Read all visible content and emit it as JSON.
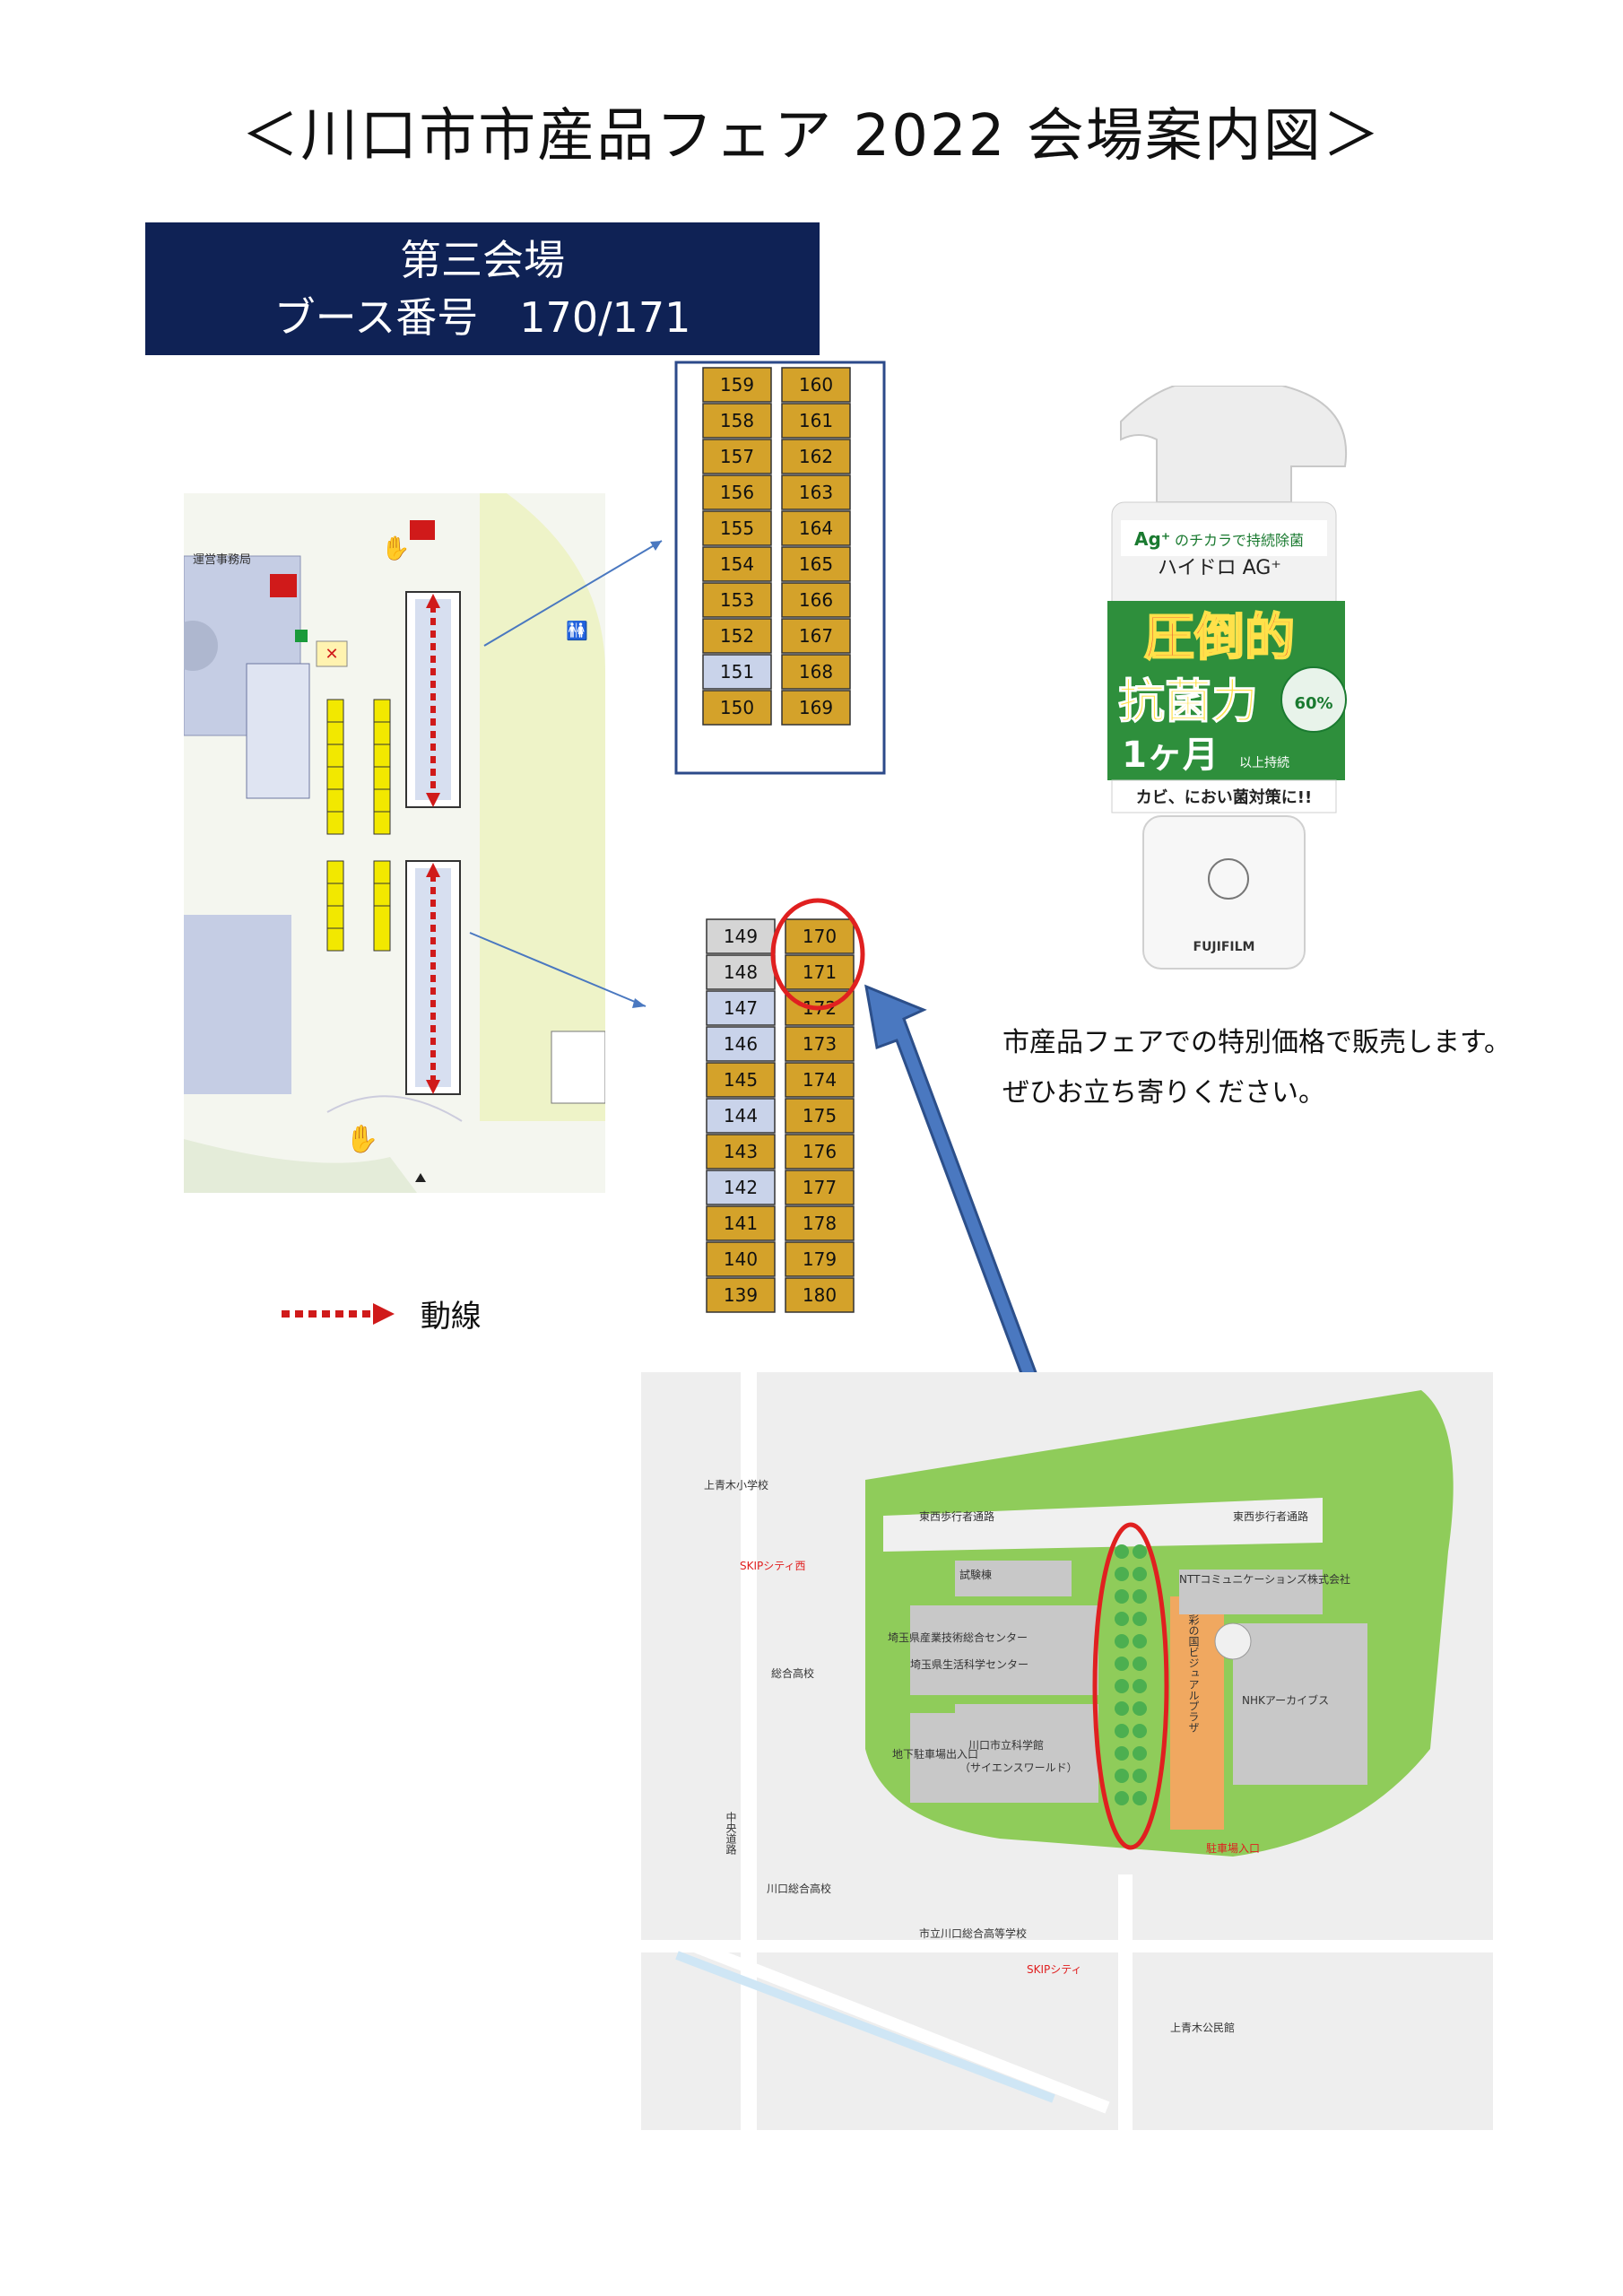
{
  "title": "＜川口市市産品フェア 2022 会場案内図＞",
  "hall": {
    "name": "第三会場",
    "booth_line": "ブース番号　170/171"
  },
  "booth_blocks": {
    "upper": {
      "left": [
        {
          "n": "159",
          "c": "gold"
        },
        {
          "n": "158",
          "c": "gold"
        },
        {
          "n": "157",
          "c": "gold"
        },
        {
          "n": "156",
          "c": "gold"
        },
        {
          "n": "155",
          "c": "gold"
        },
        {
          "n": "154",
          "c": "gold"
        },
        {
          "n": "153",
          "c": "gold"
        },
        {
          "n": "152",
          "c": "gold"
        },
        {
          "n": "151",
          "c": "blue"
        },
        {
          "n": "150",
          "c": "gold"
        }
      ],
      "right": [
        {
          "n": "160",
          "c": "gold"
        },
        {
          "n": "161",
          "c": "gold"
        },
        {
          "n": "162",
          "c": "gold"
        },
        {
          "n": "163",
          "c": "gold"
        },
        {
          "n": "164",
          "c": "gold"
        },
        {
          "n": "165",
          "c": "gold"
        },
        {
          "n": "166",
          "c": "gold"
        },
        {
          "n": "167",
          "c": "gold"
        },
        {
          "n": "168",
          "c": "gold"
        },
        {
          "n": "169",
          "c": "gold"
        }
      ]
    },
    "lower": {
      "left": [
        {
          "n": "149",
          "c": "gray"
        },
        {
          "n": "148",
          "c": "gray"
        },
        {
          "n": "147",
          "c": "blue"
        },
        {
          "n": "146",
          "c": "blue"
        },
        {
          "n": "145",
          "c": "gold"
        },
        {
          "n": "144",
          "c": "blue"
        },
        {
          "n": "143",
          "c": "gold"
        },
        {
          "n": "142",
          "c": "blue"
        },
        {
          "n": "141",
          "c": "gold"
        },
        {
          "n": "140",
          "c": "gold"
        },
        {
          "n": "139",
          "c": "gold"
        }
      ],
      "right": [
        {
          "n": "170",
          "c": "gold"
        },
        {
          "n": "171",
          "c": "gold"
        },
        {
          "n": "172",
          "c": "gold"
        },
        {
          "n": "173",
          "c": "gold"
        },
        {
          "n": "174",
          "c": "gold"
        },
        {
          "n": "175",
          "c": "gold"
        },
        {
          "n": "176",
          "c": "gold"
        },
        {
          "n": "177",
          "c": "gold"
        },
        {
          "n": "178",
          "c": "gold"
        },
        {
          "n": "179",
          "c": "gold"
        },
        {
          "n": "180",
          "c": "gold"
        }
      ]
    }
  },
  "venue_map": {
    "office_label": "運営事務局"
  },
  "legend": {
    "label": "動線"
  },
  "promo": {
    "line1": "市産品フェアでの特別価格で販売します。",
    "line2": "ぜひお立ち寄りください。"
  },
  "product": {
    "tagline": "のチカラで持続除菌",
    "ag": "Ag⁺",
    "name": "ハイドロ AG⁺",
    "headline1": "圧倒的",
    "headline2": "抗菌力",
    "duration": "1ヶ月",
    "duration_note": "以上持続",
    "bubble": "60%",
    "footer": "カビ、におい菌対策に!!",
    "brand": "FUJIFILM"
  },
  "area_map": {
    "labels": {
      "school1": "上青木小学校",
      "skip_west": "SKIPシティ西",
      "sogo": "総合高校",
      "road_main": "中央道路",
      "kawaguchi_sogo": "川口総合高校",
      "walkway1": "東西歩行者通路",
      "walkway2": "東西歩行者通路",
      "test_bldg": "試験棟",
      "saitama_center": "埼玉県産業技術総合センター",
      "life_center": "埼玉県生活科学センター",
      "parking": "地下駐車場出入口",
      "science": "川口市立科学館",
      "science_sub": "（サイエンスワールド）",
      "ntt": "NTTコミュニケーションズ株式会社",
      "visual_plaza": "彩の国ビジュアルプラザ",
      "nhk": "NHKアーカイブス",
      "parking_entry": "駐車場入口",
      "high_school": "市立川口総合高等学校",
      "skip_city": "SKIPシティ",
      "kamiaoki": "上青木公民館"
    }
  },
  "colors": {
    "navy": "#0f2255",
    "booth_gold": "#d4a22a",
    "booth_blue": "#c9d3ea",
    "booth_gray": "#d5d5d5",
    "highlight_red": "#e02020",
    "arrow_blue": "#4a78c0",
    "map_green": "#8fcc5a",
    "map_gray": "#c8c8c8"
  }
}
